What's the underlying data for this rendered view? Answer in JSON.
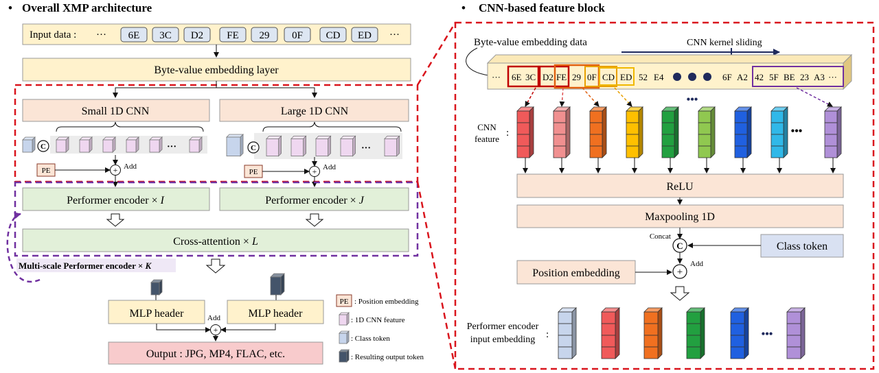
{
  "left": {
    "title": "Overall XMP architecture",
    "input_label": "Input data :",
    "input_ellipsis": "···",
    "input_bytes": [
      "6E",
      "3C",
      "D2",
      "FE",
      "29",
      "0F",
      "CD",
      "ED"
    ],
    "embedding_layer": "Byte-value embedding layer",
    "small_cnn": "Small 1D CNN",
    "large_cnn": "Large 1D CNN",
    "concat_symbol": "C",
    "dots": "···",
    "pe_label": "PE",
    "add_label": "Add",
    "plus_symbol": "+",
    "performer_i_text": "Performer encoder × ",
    "performer_i_var": "I",
    "performer_j_text": "Performer encoder × ",
    "performer_j_var": "J",
    "cross_text": "Cross-attention × ",
    "cross_var": "L",
    "multiscale_text": "Multi-scale Performer encoder × ",
    "multiscale_var": "K",
    "mlp_header": "MLP header",
    "output": "Output : JPG, MP4, FLAC, etc.",
    "legend": [
      {
        "key": "pe",
        "symbol": "PE",
        "text": ": Position embedding"
      },
      {
        "key": "cnn",
        "text": ": 1D CNN feature"
      },
      {
        "key": "class",
        "text": ": Class token"
      },
      {
        "key": "result",
        "text": ": Resulting output token"
      }
    ]
  },
  "right": {
    "title": "CNN-based feature block",
    "embedding_data": "Byte-value embedding data",
    "kernel_sliding": "CNN kernel sliding",
    "bytes_left": [
      "···",
      "6E",
      "3C",
      "D2",
      "FE",
      "29",
      "0F",
      "CD",
      "ED",
      "52",
      "E4"
    ],
    "bytes_right": [
      "6F",
      "A2",
      "42",
      "5F",
      "BE",
      "23",
      "A3",
      "···"
    ],
    "cnn_feature_label": [
      "CNN",
      "feature"
    ],
    "colon": ":",
    "relu": "ReLU",
    "maxpooling": "Maxpooling 1D",
    "concat_label": "Concat",
    "concat_symbol": "C",
    "class_token": "Class token",
    "position_embedding": "Position embedding",
    "add_label": "Add",
    "plus_symbol": "+",
    "performer_input_label": [
      "Performer encoder",
      "input embedding"
    ],
    "ellipsis_dots": "•••"
  },
  "colors": {
    "red_dashed": "#d9141c",
    "purple_dashed": "#7030a0",
    "input_bg": "#fff2cc",
    "cnn_box": "#fbe5d6",
    "performer_box": "#e2f0d9",
    "output_box": "#f8cbcc",
    "class_token": "#d9e1f2",
    "dark_token": "#44546a",
    "navy": "#1f2a5c",
    "feature_colors": [
      "#f05a5a",
      "#f09090",
      "#f07020",
      "#ffc000",
      "#22a040",
      "#90c850",
      "#2060e0",
      "#30b8e8",
      "#b090d8"
    ]
  }
}
